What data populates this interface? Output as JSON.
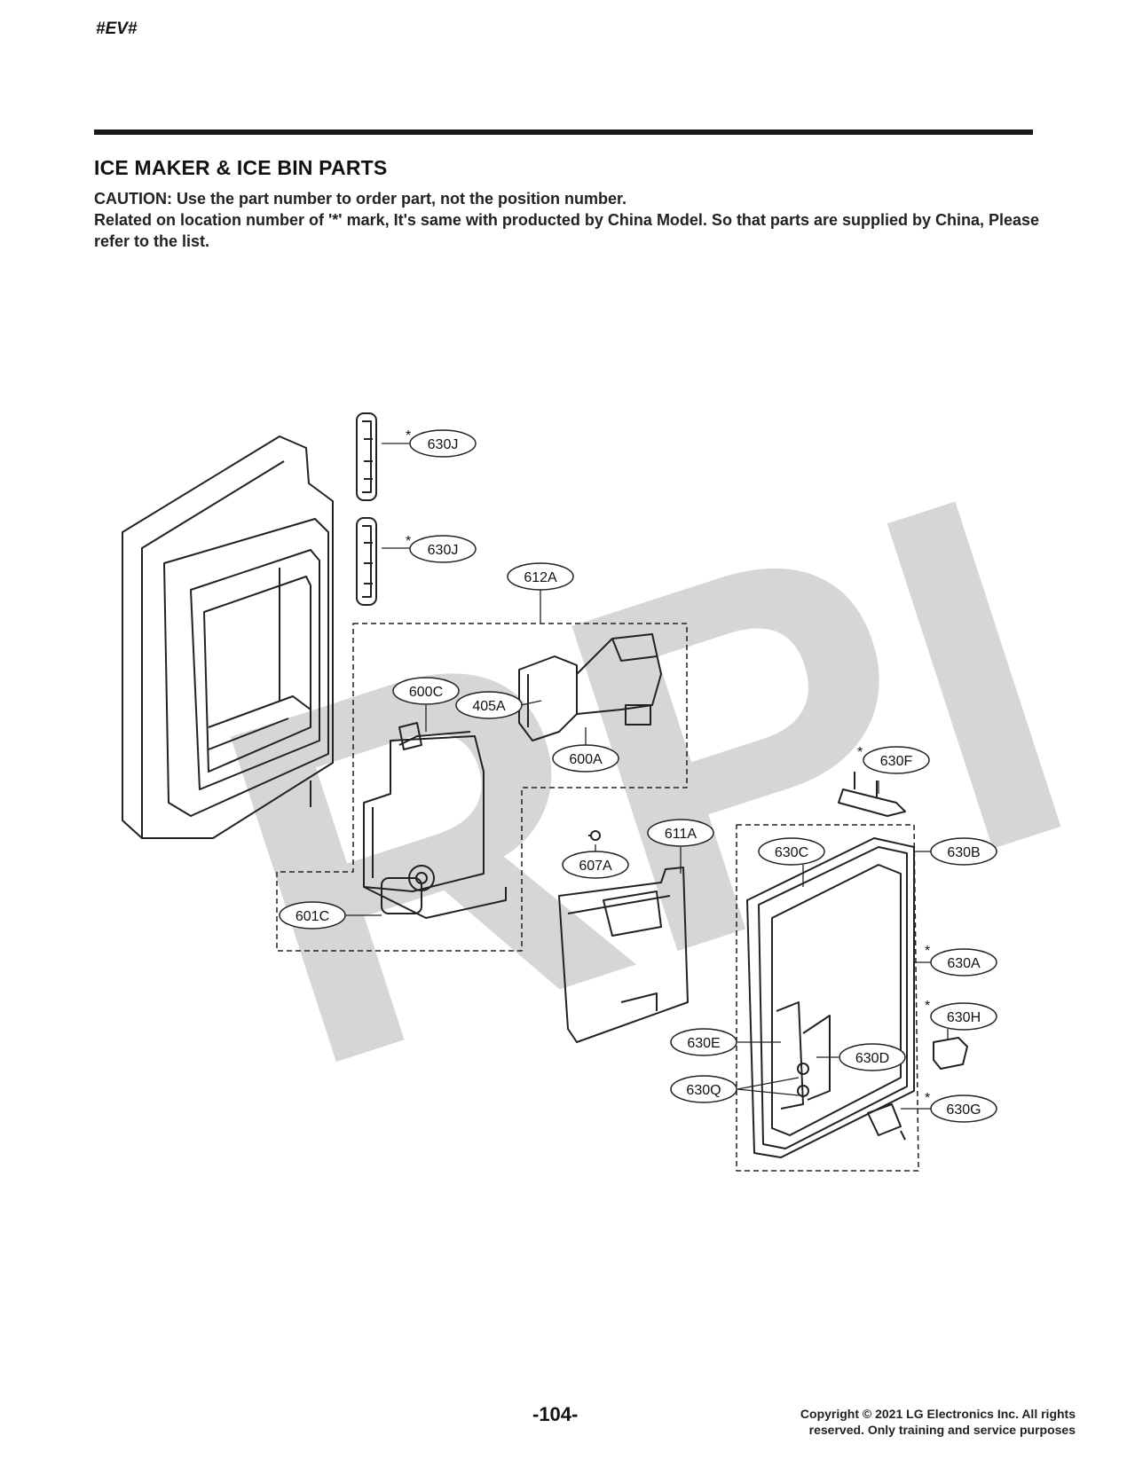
{
  "header": {
    "code": "#EV#"
  },
  "section": {
    "title": "ICE MAKER & ICE BIN PARTS",
    "caution": "CAUTION: Use the part number to order part, not the position number.",
    "note": "Related on location number of '*' mark, It's same with producted by China Model. So that parts are supplied by China, Please refer to the list."
  },
  "watermark": "RPI",
  "parts": {
    "p630J_upper": "630J",
    "p630J_lower": "630J",
    "p612A": "612A",
    "p600C": "600C",
    "p405A": "405A",
    "p600A": "600A",
    "p630F": "630F",
    "p611A": "611A",
    "p607A": "607A",
    "p630C": "630C",
    "p630B": "630B",
    "p601C": "601C",
    "p630A": "630A",
    "p630H": "630H",
    "p630E": "630E",
    "p630D": "630D",
    "p630Q": "630Q",
    "p630G": "630G",
    "asterisk": "*"
  },
  "footer": {
    "page": "-104-",
    "copyright_line1": "Copyright © 2021 LG Electronics Inc. All rights",
    "copyright_line2": "reserved. Only training and service purposes"
  }
}
